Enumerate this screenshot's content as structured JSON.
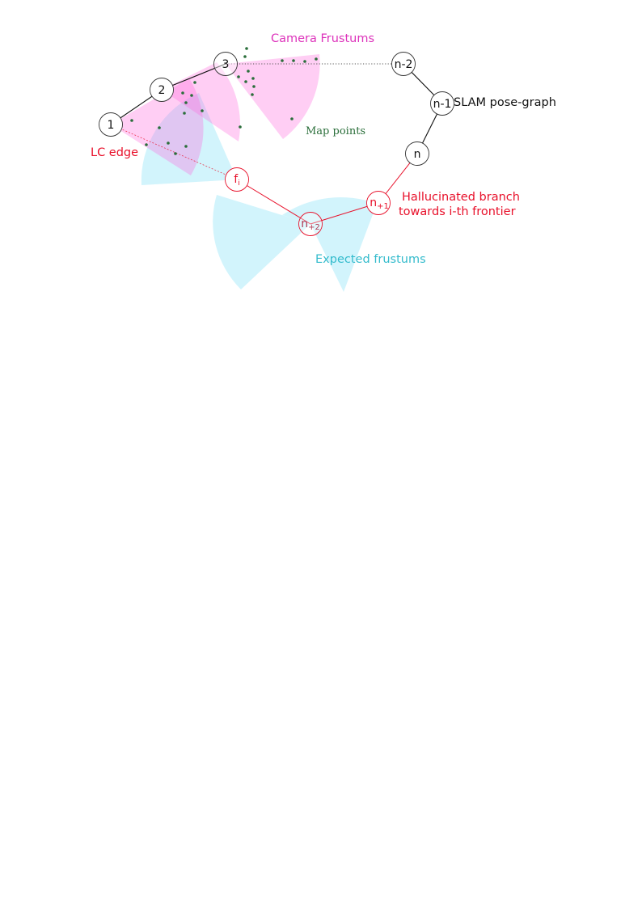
{
  "labels": {
    "camera_frustums": "Camera Frustums",
    "slam_pose_graph": "SLAM pose-graph",
    "map_points": "Map points",
    "lc_edge": "LC edge",
    "hallucinated_line1": "Hallucinated branch",
    "hallucinated_line2": "towards i-th frontier",
    "expected_frustums": "Expected frustums"
  },
  "nodes": {
    "n1": "1",
    "n2": "2",
    "n3": "3",
    "n_minus_2": "n-2",
    "n_minus_1": "n-1",
    "n": "n",
    "frontier_base": "f",
    "frontier_sub": "i",
    "n_plus_1_base": "n",
    "n_plus_1_sub": "+1",
    "n_plus_2_base": "n",
    "n_plus_2_sub": "+2"
  },
  "colors": {
    "pose_graph": "#111111",
    "hallucinated": "#e8102a",
    "camera_frustum": "#ff66dd",
    "camera_label": "#dd33bb",
    "expected_frustum": "#33ccf2",
    "expected_label": "#33bbcc",
    "map_points": "#2a6e3a"
  }
}
